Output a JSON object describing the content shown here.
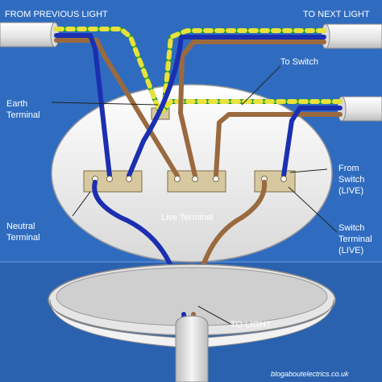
{
  "colors": {
    "background": "#2f6cc0",
    "background_lower": "#2a62b0",
    "ceiling_rose": "#ededed",
    "terminal_block": "#d7c8a0",
    "neutral_wire": "#1b2fb0",
    "live_wire": "#9a6a3f",
    "earth_green": "#1f9a3a",
    "earth_yellow": "#e8e23a",
    "label_text": "#ffffff"
  },
  "labels": {
    "from_previous_light": "FROM PREVIOUS LIGHT",
    "to_next_light": "TO NEXT LIGHT",
    "to_switch": "To Switch",
    "earth_terminal_line1": "Earth",
    "earth_terminal_line2": "Terminal",
    "from_switch_line1": "From",
    "from_switch_line2": "Switch",
    "from_switch_line3": "(LIVE)",
    "live_terminal": "Live Terminal",
    "neutral_terminal_line1": "Neutral",
    "neutral_terminal_line2": "Terminal",
    "switch_terminal_line1": "Switch",
    "switch_terminal_line2": "Terminal",
    "switch_terminal_line3": "(LIVE)",
    "to_light": "TO LIGHT"
  },
  "watermark": "blogaboutelectrics.co.uk"
}
